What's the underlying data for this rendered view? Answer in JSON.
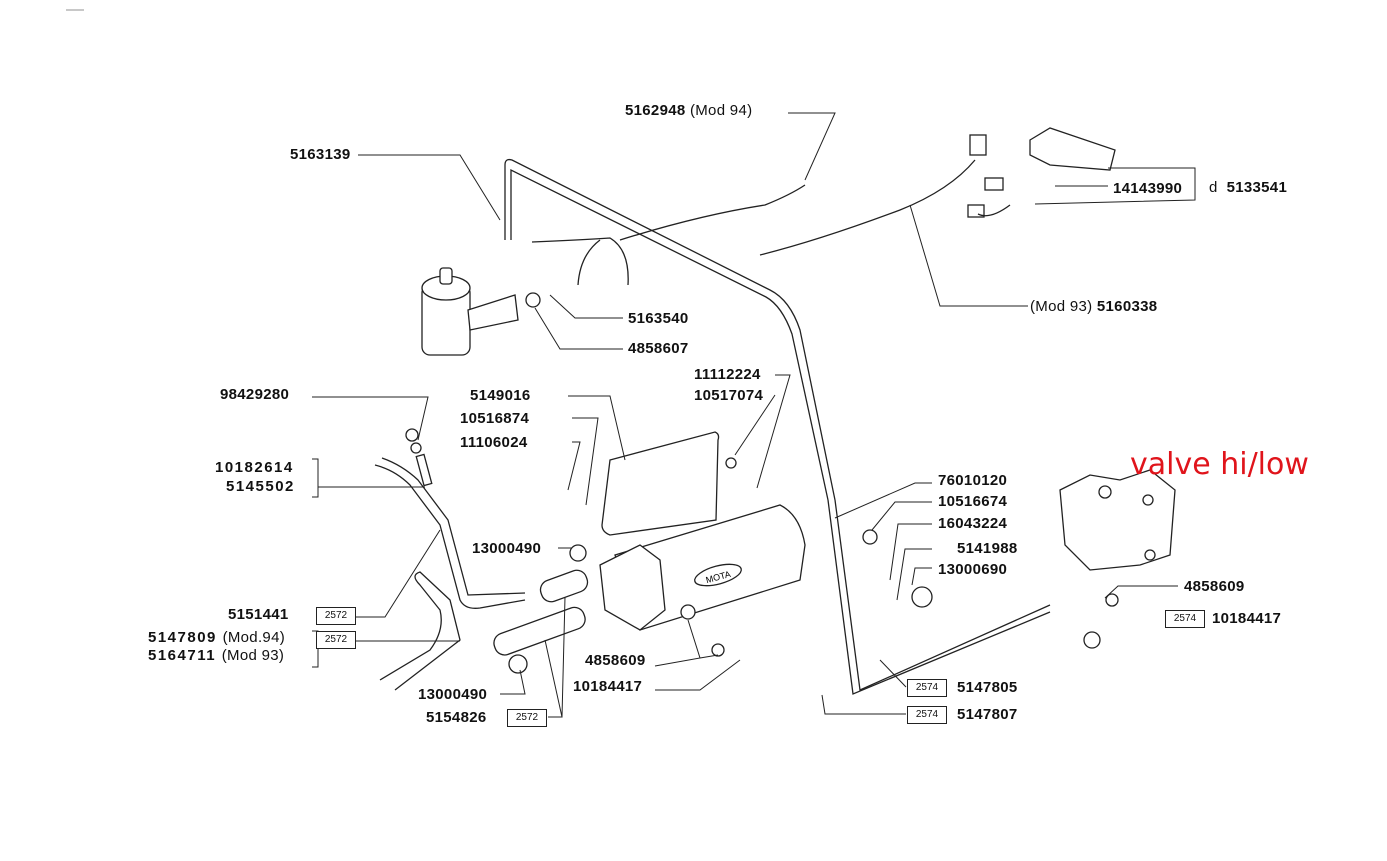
{
  "diagram": {
    "annotation": "valve hi/low",
    "annotation_color": "#e0141b",
    "parts": [
      {
        "id": "p5162948",
        "number": "5162948",
        "note": "(Mod 94)"
      },
      {
        "id": "p5163139",
        "number": "5163139",
        "note": ""
      },
      {
        "id": "p14143990",
        "number": "14143990",
        "note": ""
      },
      {
        "id": "p5133541",
        "number": "5133541",
        "note": "d"
      },
      {
        "id": "p5160338",
        "number": "5160338",
        "note": "(Mod 93)"
      },
      {
        "id": "p5163540",
        "number": "5163540",
        "note": ""
      },
      {
        "id": "p4858607",
        "number": "4858607",
        "note": ""
      },
      {
        "id": "p11112224",
        "number": "11112224",
        "note": ""
      },
      {
        "id": "p10517074",
        "number": "10517074",
        "note": ""
      },
      {
        "id": "p98429280",
        "number": "98429280",
        "note": ""
      },
      {
        "id": "p5149016",
        "number": "5149016",
        "note": ""
      },
      {
        "id": "p10516874",
        "number": "10516874",
        "note": ""
      },
      {
        "id": "p11106024",
        "number": "11106024",
        "note": ""
      },
      {
        "id": "p10182614",
        "number": "10182614",
        "note": ""
      },
      {
        "id": "p5145502",
        "number": "5145502",
        "note": ""
      },
      {
        "id": "p13000490a",
        "number": "13000490",
        "note": ""
      },
      {
        "id": "p76010120",
        "number": "76010120",
        "note": ""
      },
      {
        "id": "p10516674",
        "number": "10516674",
        "note": ""
      },
      {
        "id": "p16043224",
        "number": "16043224",
        "note": ""
      },
      {
        "id": "p5141988",
        "number": "5141988",
        "note": ""
      },
      {
        "id": "p13000690",
        "number": "13000690",
        "note": ""
      },
      {
        "id": "p4858609r",
        "number": "4858609",
        "note": ""
      },
      {
        "id": "p10184417r",
        "number": "10184417",
        "note": "",
        "ref": "2574"
      },
      {
        "id": "p5151441",
        "number": "5151441",
        "note": "",
        "ref": "2572"
      },
      {
        "id": "p5147809",
        "number": "5147809",
        "note": "(Mod.94)",
        "ref": "2572"
      },
      {
        "id": "p5164711",
        "number": "5164711",
        "note": "(Mod 93)"
      },
      {
        "id": "p4858609c",
        "number": "4858609",
        "note": ""
      },
      {
        "id": "p10184417c",
        "number": "10184417",
        "note": ""
      },
      {
        "id": "p5147805",
        "number": "5147805",
        "note": "",
        "ref": "2574"
      },
      {
        "id": "p13000490b",
        "number": "13000490",
        "note": ""
      },
      {
        "id": "p5154826",
        "number": "5154826",
        "note": "",
        "ref": "2572"
      },
      {
        "id": "p5147807",
        "number": "5147807",
        "note": "",
        "ref": "2574"
      }
    ],
    "heater_badge": "MOTA"
  }
}
